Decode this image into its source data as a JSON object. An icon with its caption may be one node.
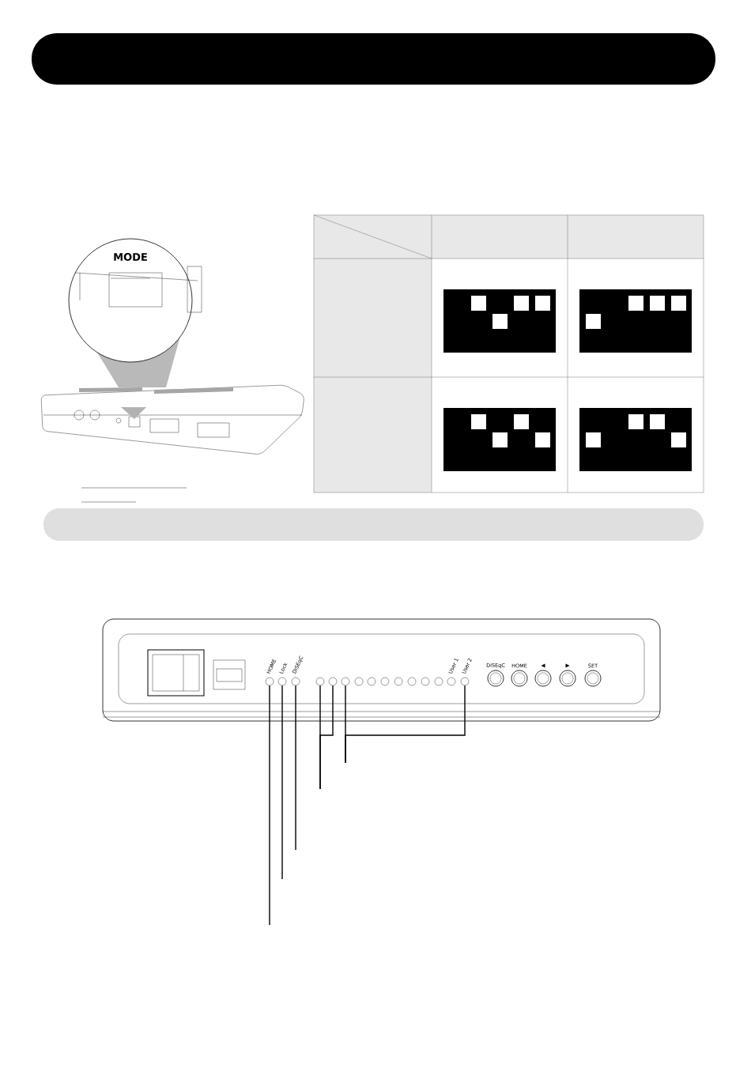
{
  "diagram": {
    "nodes": [
      {
        "text": [],
        "shape": "bar"
      },
      {
        "text": [],
        "shape": "bar"
      },
      {
        "text": [],
        "shape": "circle"
      },
      {
        "text": [],
        "shape": "circle"
      },
      {
        "text": [],
        "shape": "circle"
      },
      {
        "text": [],
        "shape": "circle"
      },
      {
        "text": [],
        "shape": "circle"
      },
      {
        "text": [],
        "shape": "circle"
      },
      {
        "text": [],
        "shape": "circle"
      }
    ],
    "edges": [
      {
        "from": 2,
        "to": null,
        "arrow": "none"
      },
      {
        "from": 3,
        "to": null,
        "arrow": "none"
      },
      {
        "from": 4,
        "to": null,
        "arrow": "none"
      },
      {
        "from": 5,
        "to": null,
        "arrow": "none"
      },
      {
        "from": 6,
        "to": null,
        "arrow": "none"
      },
      {
        "from": 7,
        "to": null,
        "arrow": "none"
      },
      {
        "from": 8,
        "to": null,
        "arrow": "none"
      }
    ],
    "labels": [
      "MODE",
      "HOME",
      "Lock",
      "DiSEqC",
      "User 1",
      "User 2",
      "DiSEqC",
      "HOME",
      "◀",
      "▶",
      "SET"
    ]
  }
}
